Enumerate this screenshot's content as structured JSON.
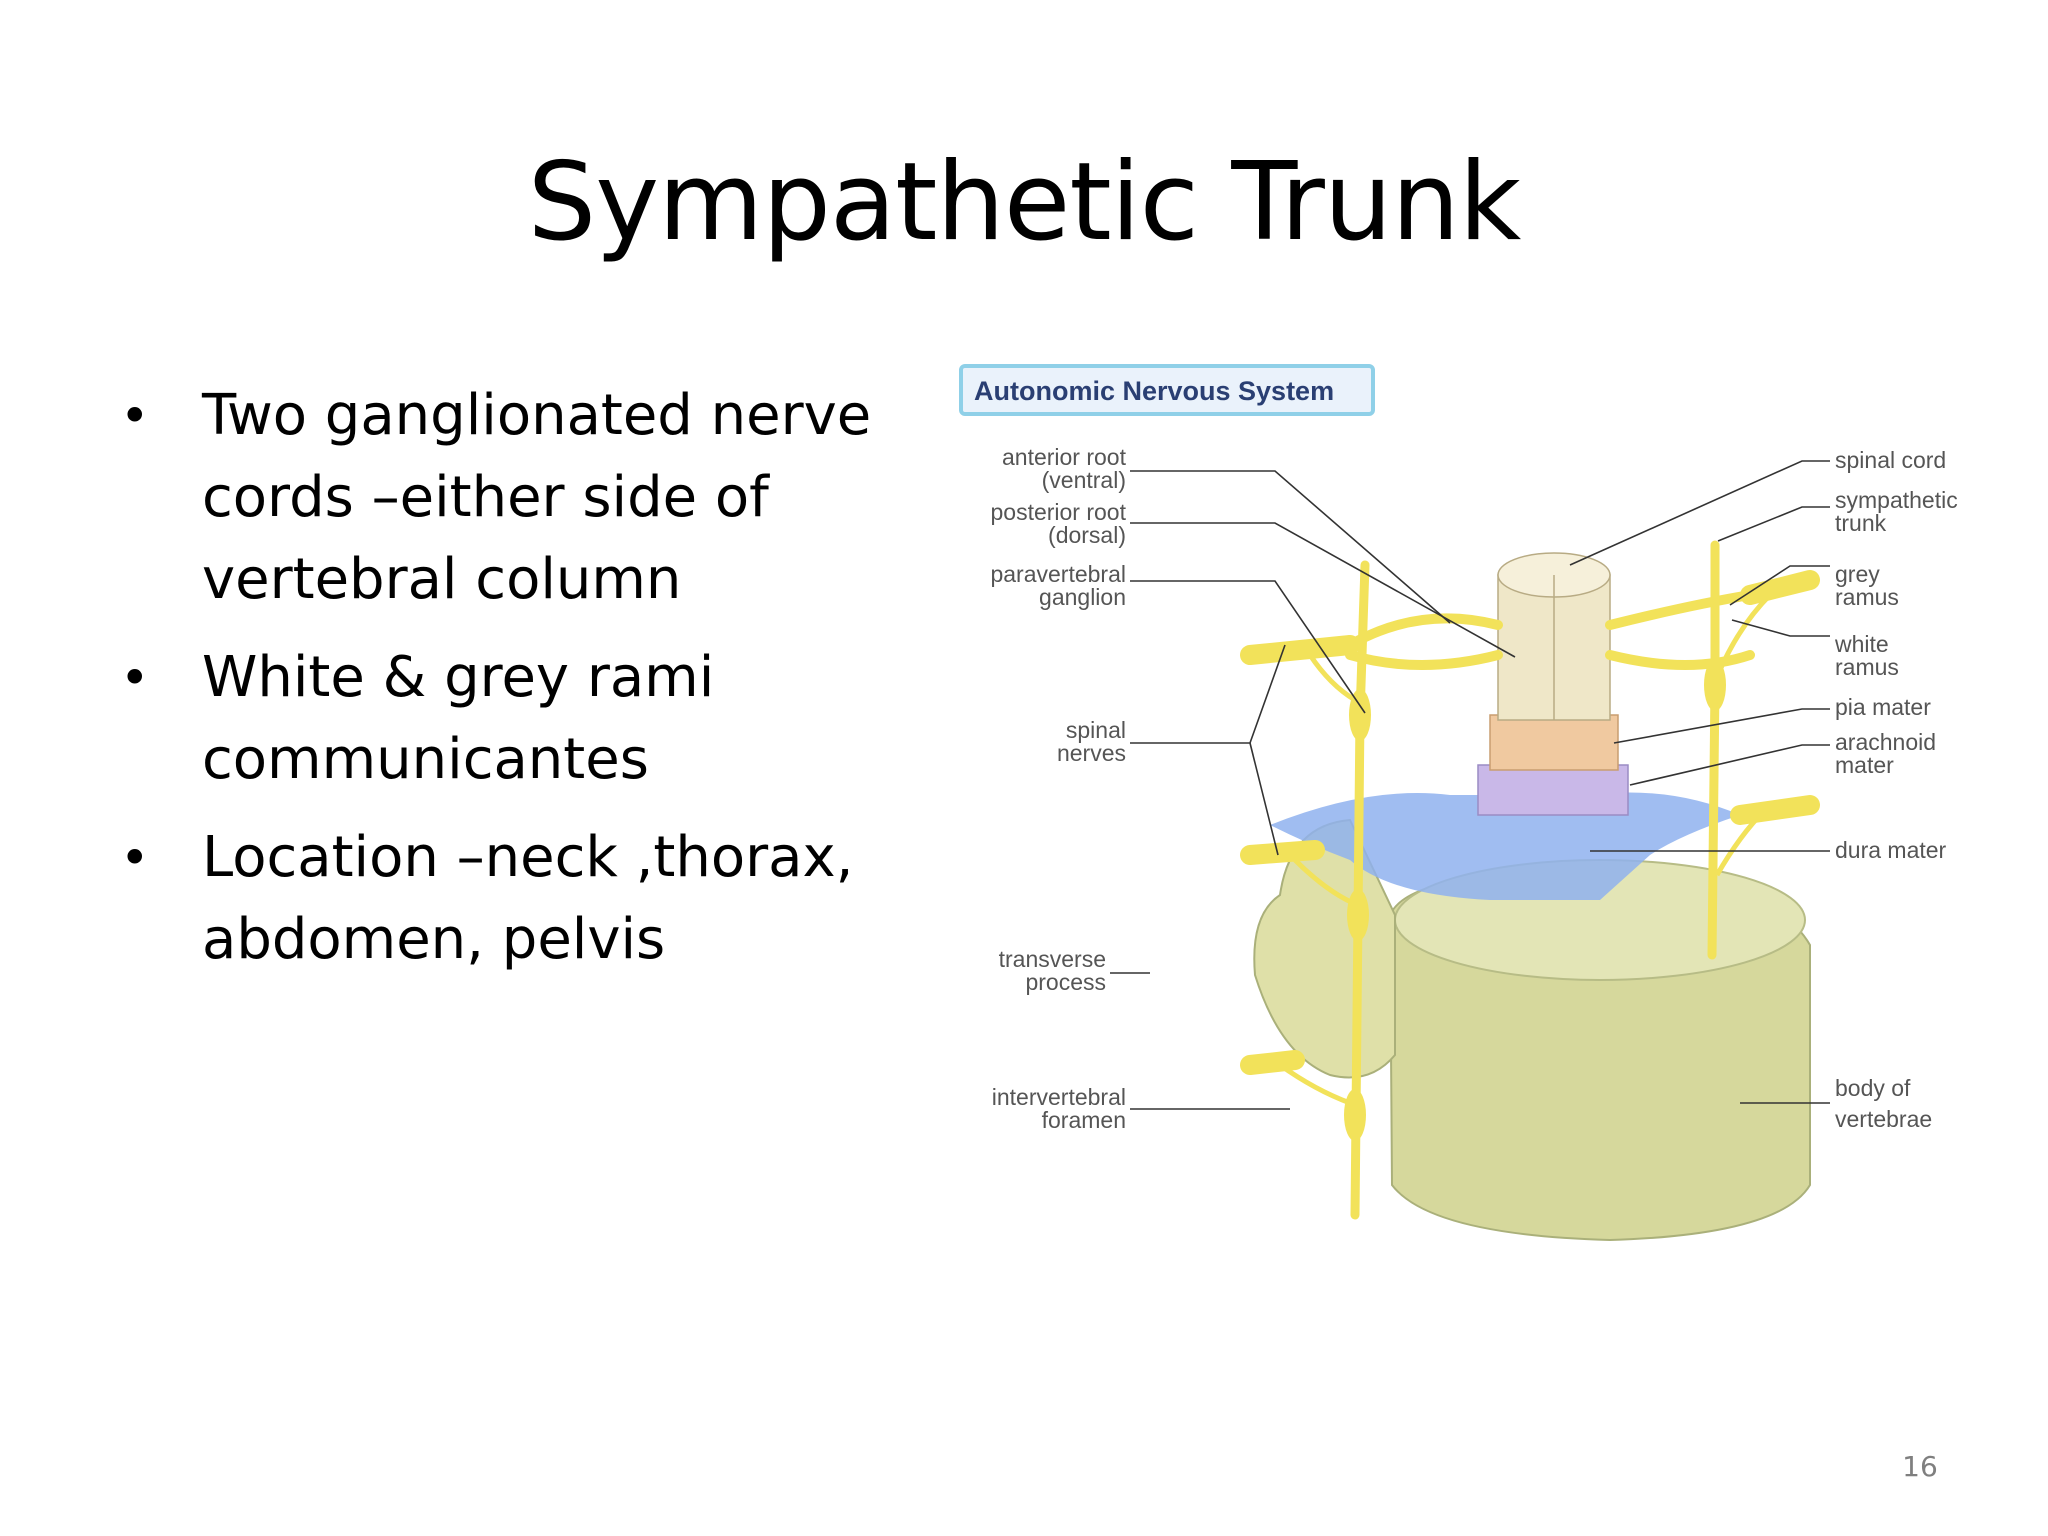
{
  "slide": {
    "title": "Sympathetic Trunk",
    "bullets": [
      "Two ganglionated nerve cords –either side of vertebral column",
      "White & grey rami communicantes",
      "Location –neck ,thorax, abdomen, pelvis"
    ],
    "bullet_symbol": "•",
    "page_number": "16"
  },
  "figure": {
    "header": "Autonomic Nervous System",
    "labels_left": {
      "anterior_root": [
        "anterior root",
        "(ventral)"
      ],
      "posterior_root": [
        "posterior root",
        "(dorsal)"
      ],
      "paravertebral_ganglion": [
        "paravertebral",
        "ganglion"
      ],
      "spinal_nerves": [
        "spinal",
        "nerves"
      ],
      "transverse_process": [
        "transverse",
        "process"
      ],
      "intervertebral_foramen": [
        "intervertebral",
        "foramen"
      ]
    },
    "labels_right": {
      "spinal_cord": [
        "spinal cord"
      ],
      "sympathetic_trunk": [
        "sympathetic",
        "trunk"
      ],
      "grey_ramus": [
        "grey",
        "ramus"
      ],
      "white_ramus": [
        "white",
        "ramus"
      ],
      "pia_mater": [
        "pia mater"
      ],
      "arachnoid_mater": [
        "arachnoid",
        "mater"
      ],
      "dura_mater": [
        "dura mater"
      ],
      "body_of_vertebrae": [
        "body of",
        "vertebrae"
      ]
    },
    "colors": {
      "nerve": "#f2e25a",
      "bone": "#dfe0a8",
      "dura": "#8fb2ee",
      "cord": "#efe7c8",
      "arachnoid": "#c9b8e8",
      "pia": "#f0c9a0",
      "header_border": "#8fd0e8",
      "header_text": "#2a3f73"
    }
  }
}
